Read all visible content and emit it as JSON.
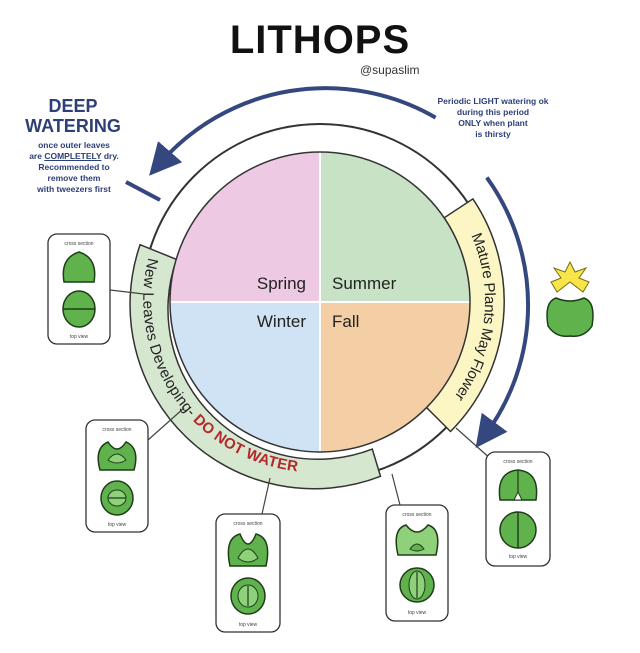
{
  "header": {
    "title": "LITHOPS",
    "handle": "@supaslim"
  },
  "deep_watering": {
    "heading_line1": "DEEP",
    "heading_line2": "WATERING",
    "body_line1": "once outer leaves",
    "body_line2_prefix": "are ",
    "body_line2_emph": "COMPLETELY",
    "body_line2_suffix": " dry.",
    "body_line3": "Recommended to",
    "body_line4": "remove them",
    "body_line5": "with tweezers first"
  },
  "light_watering": {
    "line1": "Periodic LIGHT watering ok",
    "line2": "during this period",
    "line3": "ONLY when plant",
    "line4": "is thirsty"
  },
  "seasons": {
    "spring": "Spring",
    "summer": "Summer",
    "winter": "Winter",
    "fall": "Fall"
  },
  "ring": {
    "mature_label": "Mature Plants May Flower",
    "developing_label": "New Leaves Developing-",
    "do_not_water": "DO NOT WATER"
  },
  "diagram_labels": {
    "cross_section": "cross section",
    "top_view": "top view"
  },
  "colors": {
    "spring": "#eec9e3",
    "summer": "#c7e2c4",
    "winter": "#cfe3f4",
    "fall": "#f4cfa6",
    "ring_green": "#d6e7cf",
    "ring_yellow": "#fbf6c4",
    "arrow": "#34477f",
    "warning": "#b3282d",
    "plant": "#5fb24c"
  }
}
